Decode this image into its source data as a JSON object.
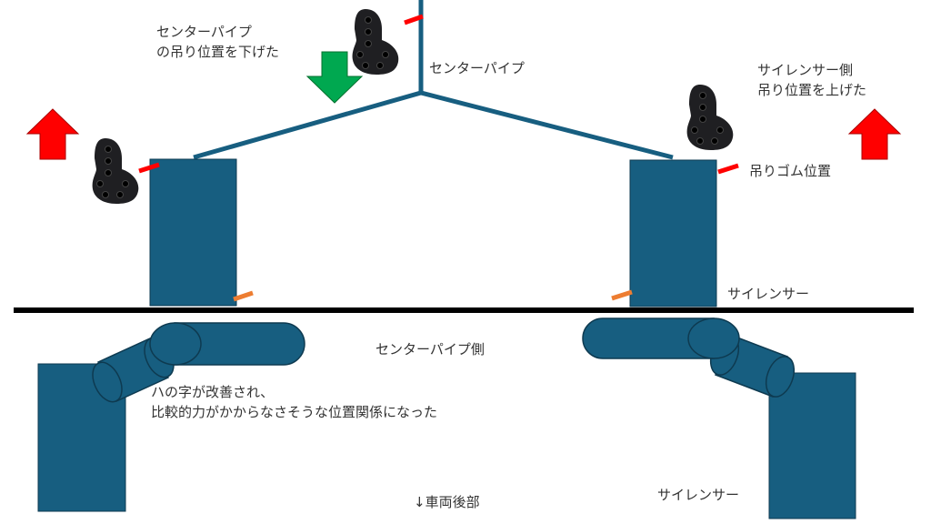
{
  "labels": {
    "center_hanger_note_1": "センターパイプ",
    "center_hanger_note_2": "の吊り位置を下げた",
    "center_pipe": "センターパイプ",
    "silencer_hanger_note_1": "サイレンサー側",
    "silencer_hanger_note_2": "吊り位置を上げた",
    "hanger_position": "吊りゴム位置",
    "silencer_top": "サイレンサー",
    "center_pipe_side": "センターパイプ側",
    "improvement_1": "ハの字が改善され、",
    "improvement_2": "比較的力がかからなさそうな位置関係になった",
    "rear_of_vehicle": "↓車両後部",
    "silencer_bottom": "サイレンサー"
  },
  "colors": {
    "pipe": "#175e80",
    "up_arrow": "#ff0000",
    "down_arrow": "#00a850",
    "hanger_mark": "#ff0000",
    "contact_mark": "#ed7d31"
  }
}
